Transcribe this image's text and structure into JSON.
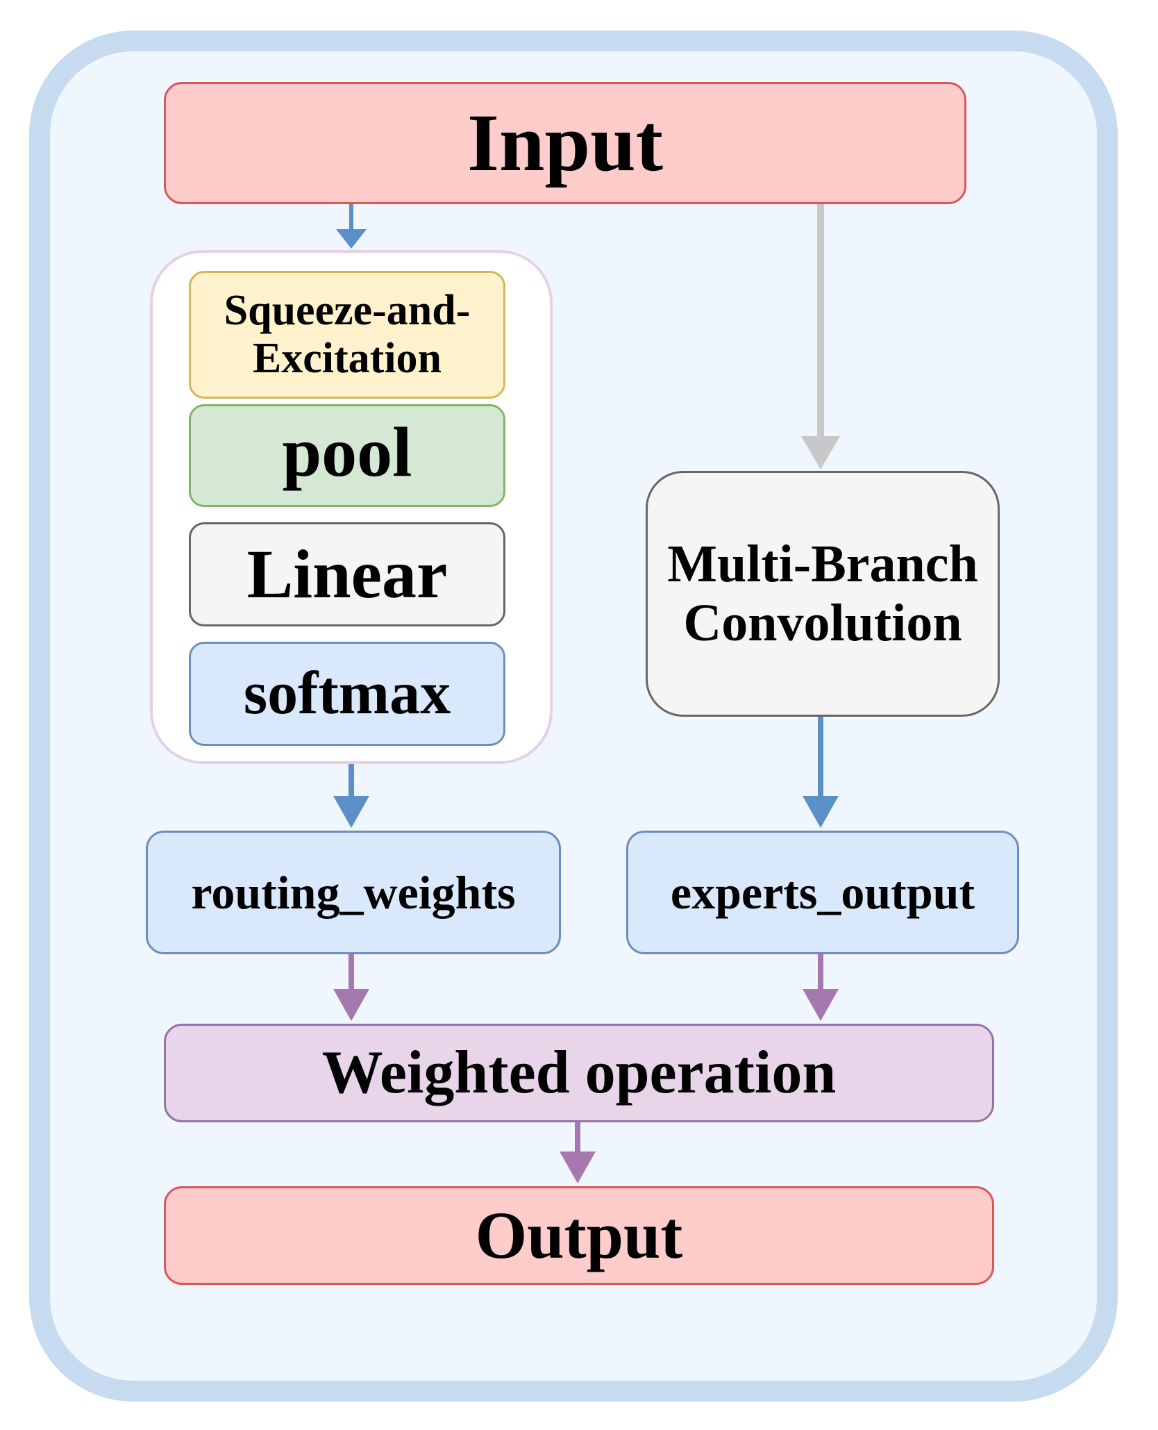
{
  "diagram": {
    "nodes": {
      "input": "Input",
      "squeeze_excitation": "Squeeze-and-Excitation",
      "pool": "pool",
      "linear": "Linear",
      "softmax": "softmax",
      "multi_branch_conv": "Multi-Branch Convolution",
      "routing_weights": "routing_weights",
      "experts_output": "experts_output",
      "weighted_operation": "Weighted operation",
      "output": "Output"
    },
    "edges": [
      {
        "from": "input",
        "to": "squeeze_excitation"
      },
      {
        "from": "input",
        "to": "multi_branch_conv"
      },
      {
        "from": "softmax",
        "to": "routing_weights"
      },
      {
        "from": "multi_branch_conv",
        "to": "experts_output"
      },
      {
        "from": "routing_weights",
        "to": "weighted_operation"
      },
      {
        "from": "experts_output",
        "to": "weighted_operation"
      },
      {
        "from": "weighted_operation",
        "to": "output"
      }
    ],
    "colors": {
      "frame_fill": "#f0f6fd",
      "frame_border": "#c6dbef",
      "red_fill": "#ffcccc",
      "red_border": "#d9575a",
      "yellow_fill": "#fff2cc",
      "green_fill": "#d5e8d4",
      "gray_fill": "#f5f5f5",
      "blue_fill": "#dae8fc",
      "purple_fill": "#e8d5ea",
      "arrow_blue": "#5b8fc8",
      "arrow_gray": "#c8c8c8",
      "arrow_purple": "#a678b0"
    }
  }
}
